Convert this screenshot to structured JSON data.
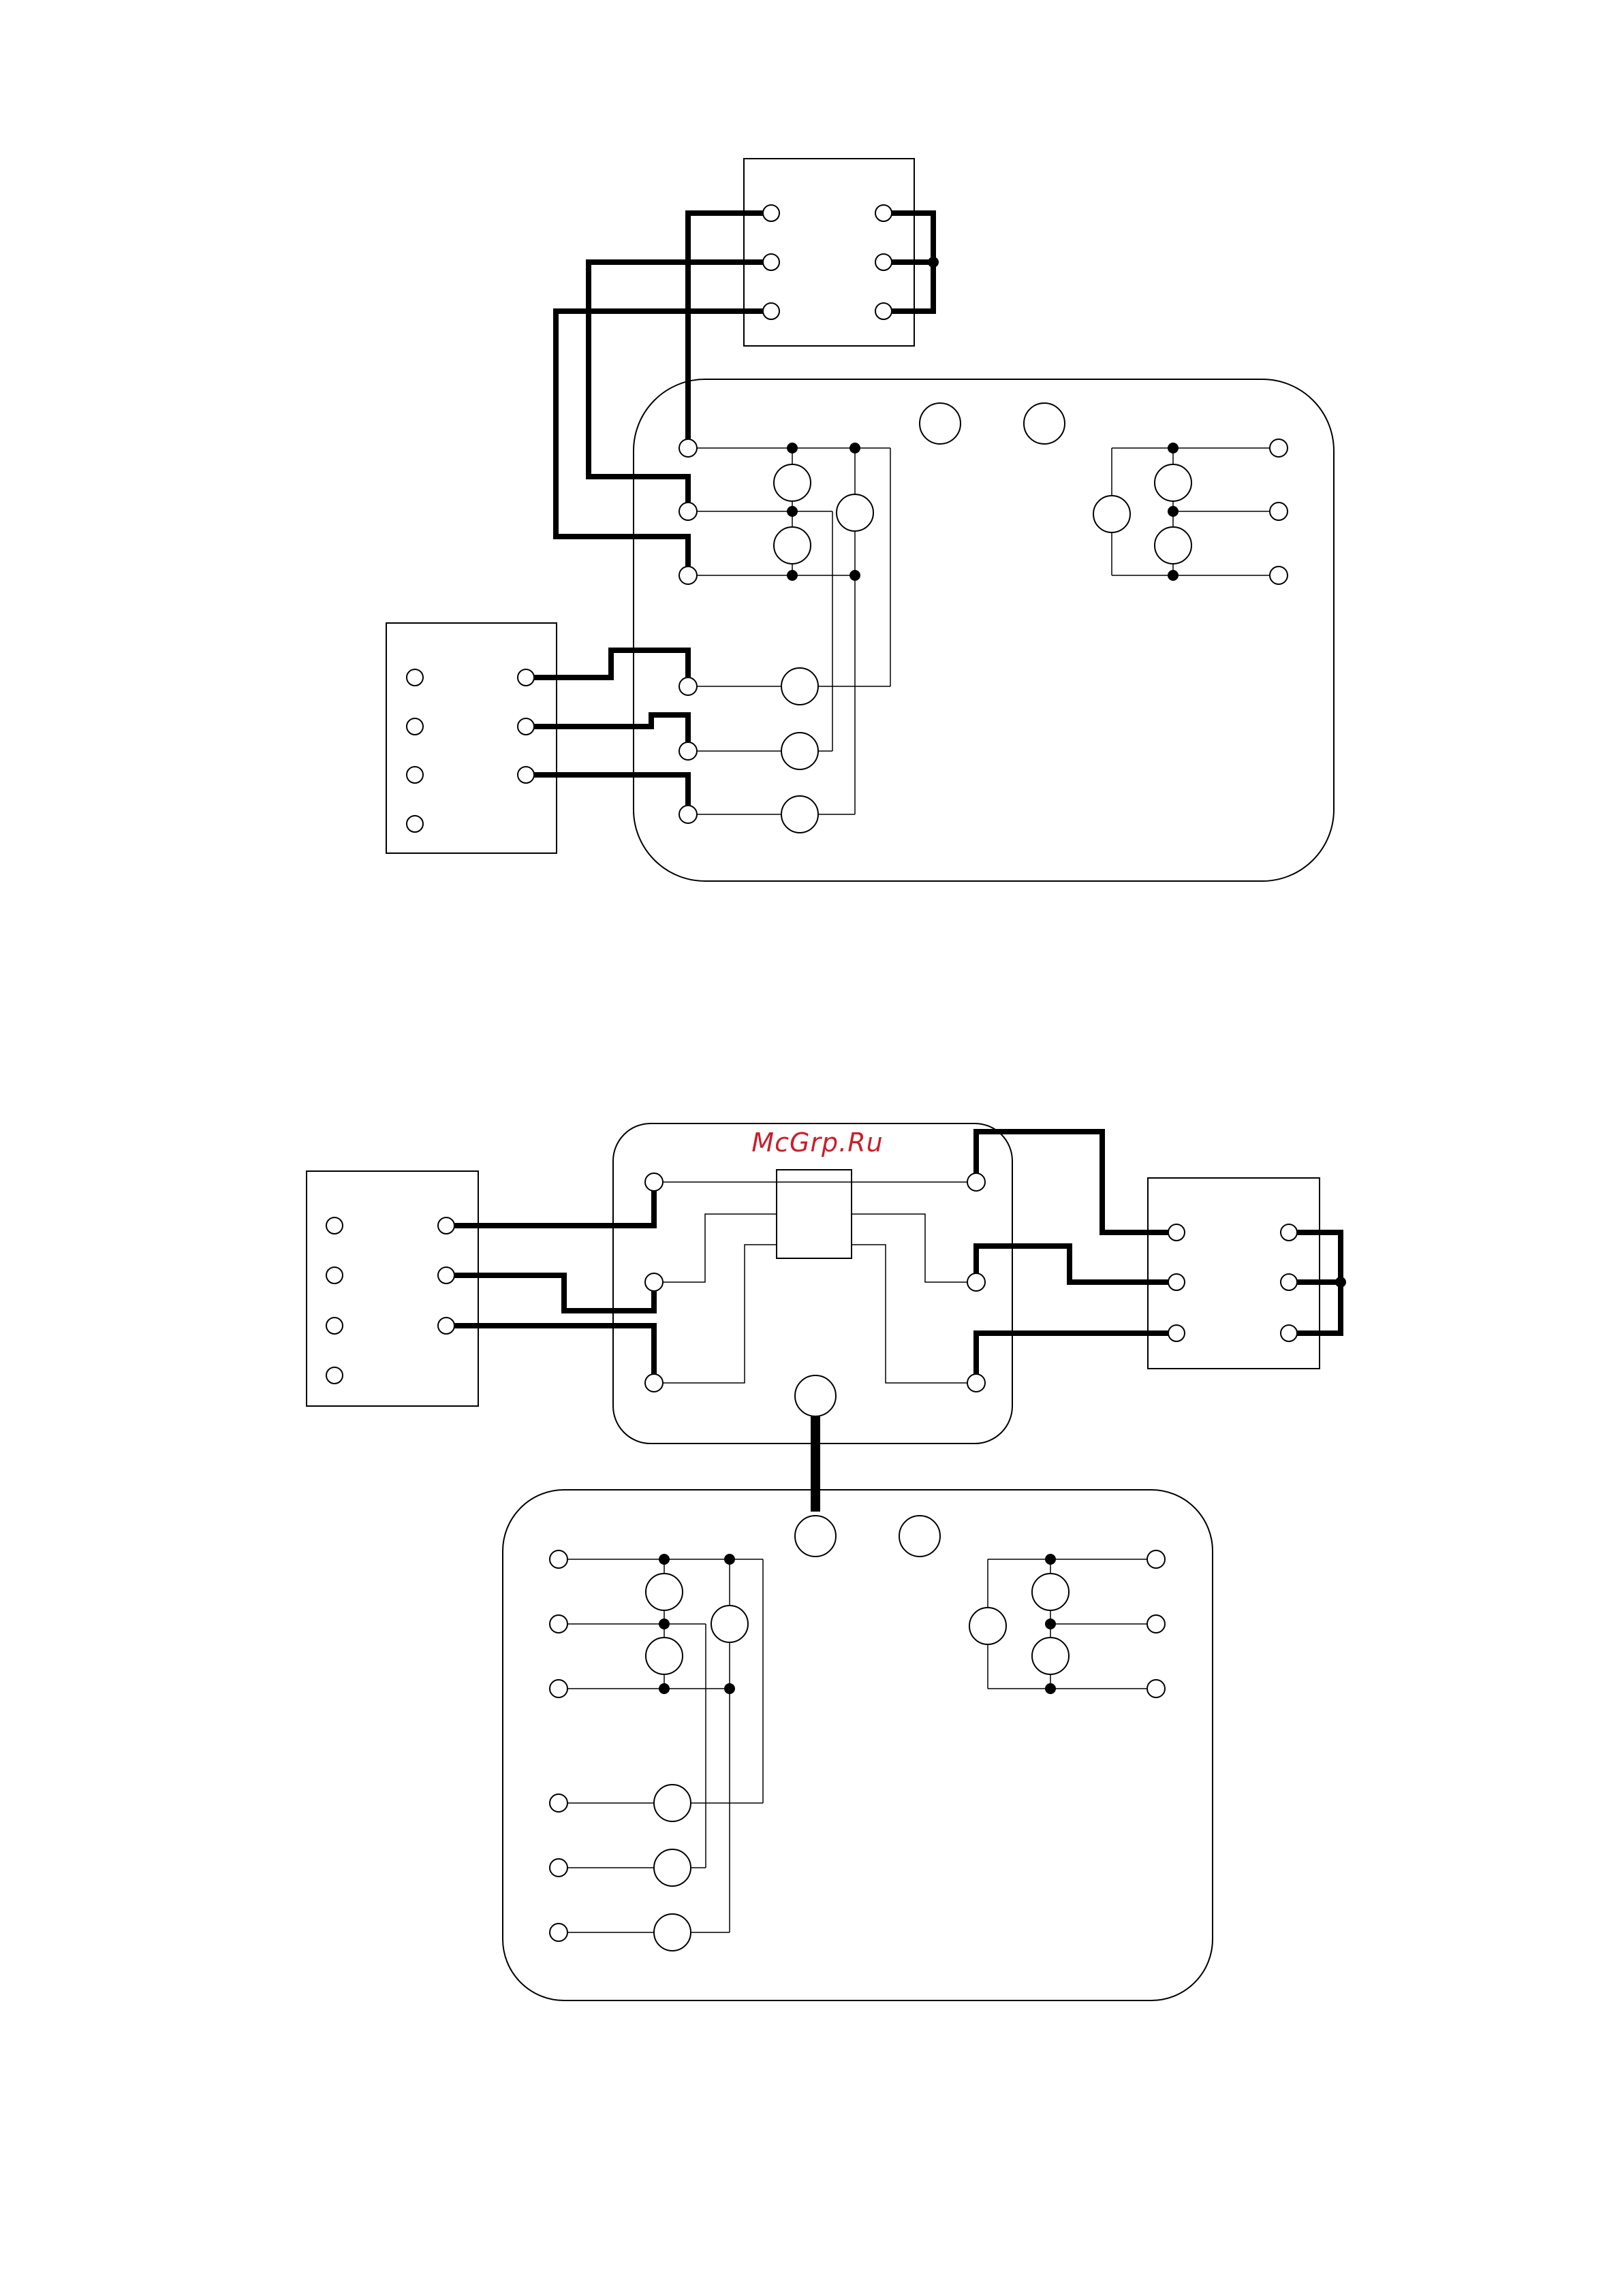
{
  "watermark": {
    "text": "McGrp.Ru",
    "color": "#c8202a"
  },
  "colors": {
    "thin_wire": "#000000",
    "thick_wire": "#000000",
    "terminal_fill": "#ffffff",
    "junction_fill": "#000000",
    "outline": "#000000"
  },
  "icons": {
    "terminal": "terminal-icon",
    "junction": "junction-dot-icon",
    "component": "component-icon",
    "block": "terminal-block-icon"
  },
  "diagrams": [
    {
      "id": "wiring-diagram-1"
    },
    {
      "id": "wiring-diagram-2"
    }
  ]
}
